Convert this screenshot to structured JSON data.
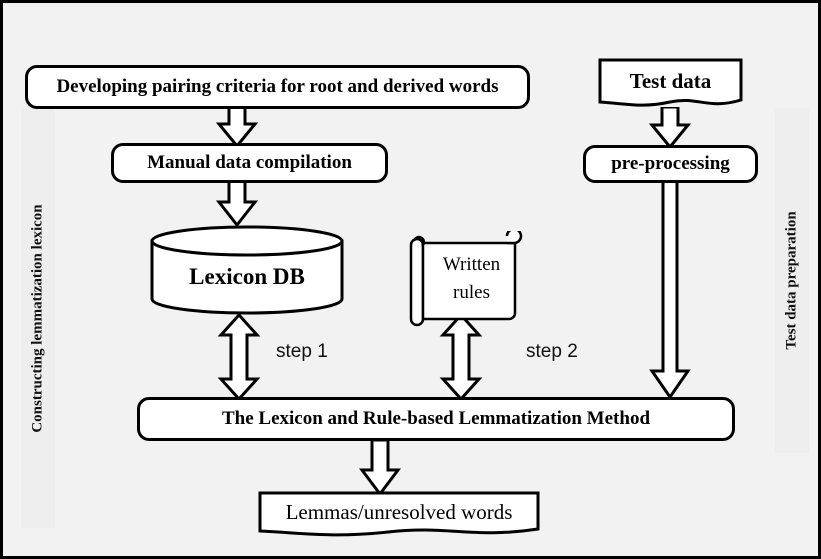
{
  "diagram": {
    "title": "Lexicon and Rule-based Lemmatization Method Flowchart",
    "background_color": "#f2f2f2",
    "band_color": "#eeeeee",
    "stroke_color": "#000000",
    "fill_color": "#ffffff"
  },
  "bands": {
    "left_label": "Constructing lemmatization lexicon",
    "right_label": "Test data preparation"
  },
  "nodes": {
    "pairing_criteria": "Developing pairing criteria for root and derived words",
    "manual_compilation": "Manual data compilation",
    "lexicon_db": "Lexicon DB",
    "written_rules_line1": "Written",
    "written_rules_line2": "rules",
    "test_data": "Test data",
    "pre_processing": "pre-processing",
    "method": "The Lexicon and Rule-based Lemmatization Method",
    "output": "Lemmas/unresolved words"
  },
  "labels": {
    "step1": "step 1",
    "step2": "step 2"
  }
}
